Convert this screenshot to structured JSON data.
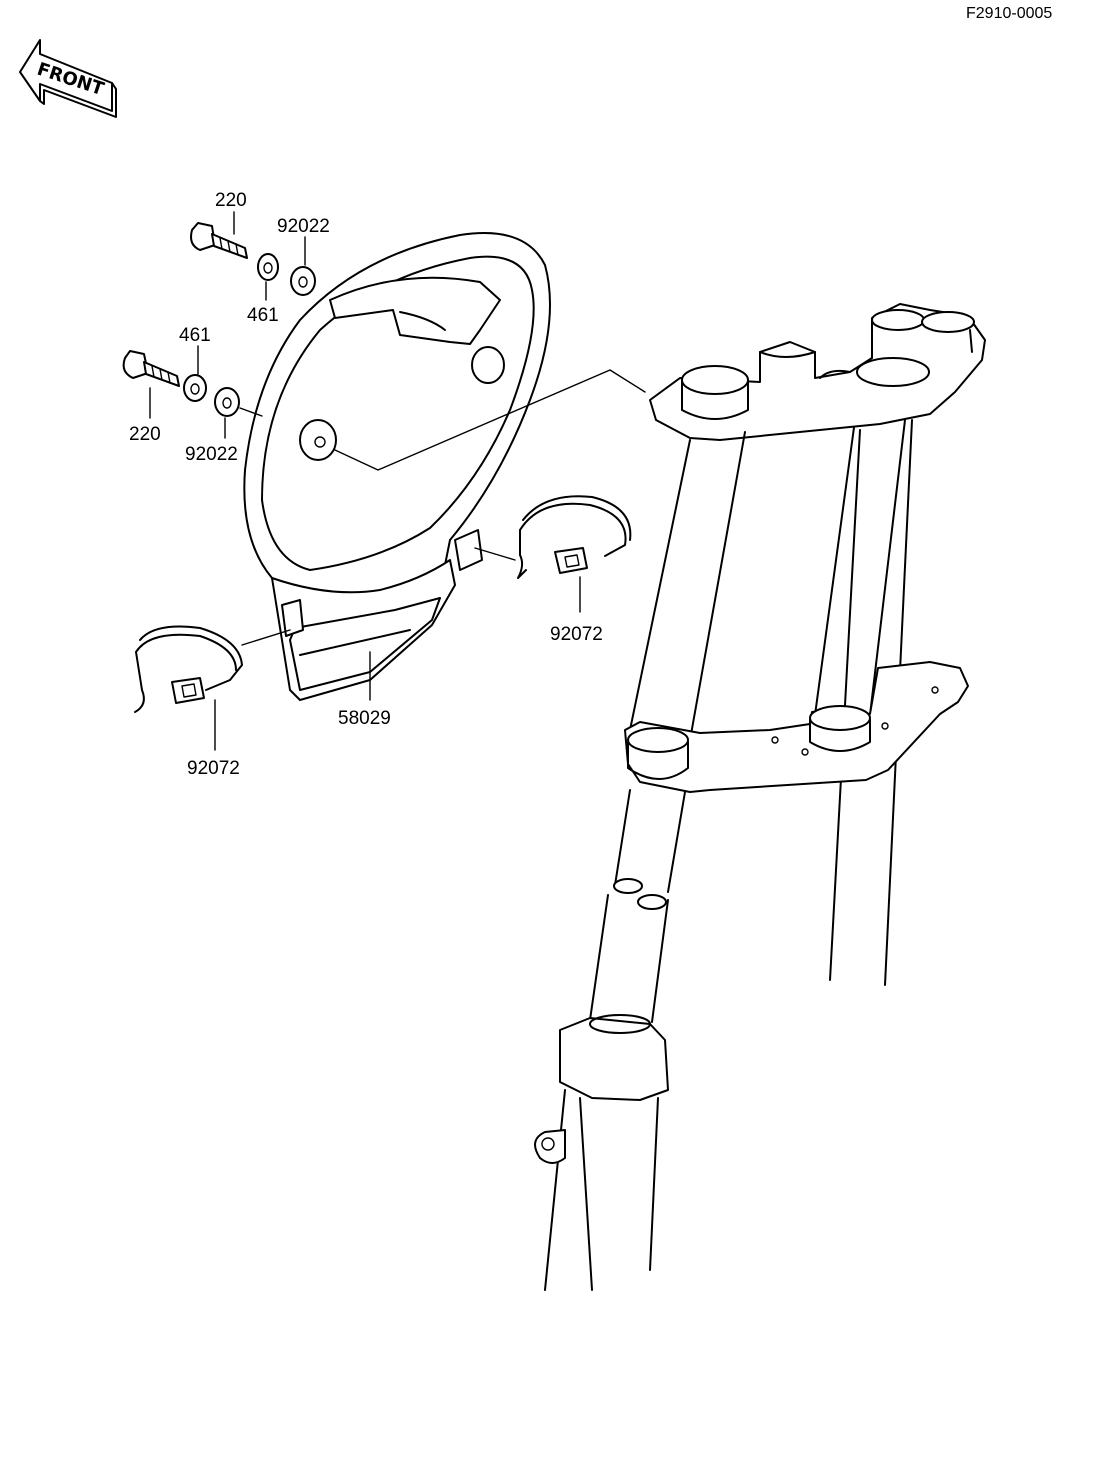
{
  "diagram_code": "F2910-0005",
  "front_badge": "FRONT",
  "callouts": {
    "bolt_top": "220",
    "washer_top": "92022",
    "nut_top": "461",
    "nut_mid": "461",
    "bolt_mid": "220",
    "washer_mid": "92022",
    "band_right": "92072",
    "plate": "58029",
    "band_left": "92072"
  }
}
